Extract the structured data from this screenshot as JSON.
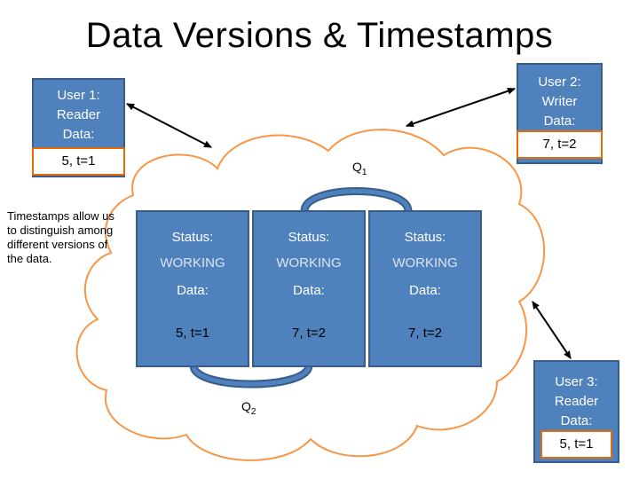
{
  "title": "Data Versions & Timestamps",
  "user1": {
    "lines": [
      "User 1:",
      "Reader",
      "Data:"
    ],
    "value": "5, t=1"
  },
  "user2": {
    "lines": [
      "User 2:",
      "Writer",
      "Data:"
    ],
    "value": "7, t=2"
  },
  "user3": {
    "lines": [
      "User 3:",
      "Reader",
      "Data:"
    ],
    "value": "5, t=1"
  },
  "note": "Timestamps allow us to distinguish among different versions of the data.",
  "q1": {
    "base": "Q",
    "sub": "1"
  },
  "q2": {
    "base": "Q",
    "sub": "2"
  },
  "nodes": [
    {
      "status_label": "Status:",
      "status": "WORKING",
      "data_label": "Data:",
      "value": "5, t=1"
    },
    {
      "status_label": "Status:",
      "status": "WORKING",
      "data_label": "Data:",
      "value": "7, t=2"
    },
    {
      "status_label": "Status:",
      "status": "WORKING",
      "data_label": "Data:",
      "value": "7, t=2"
    }
  ],
  "colors": {
    "box_fill": "#4f81bd",
    "box_border": "#385d8a",
    "cloud": "#f79646",
    "value_border": "#e46c0a"
  }
}
